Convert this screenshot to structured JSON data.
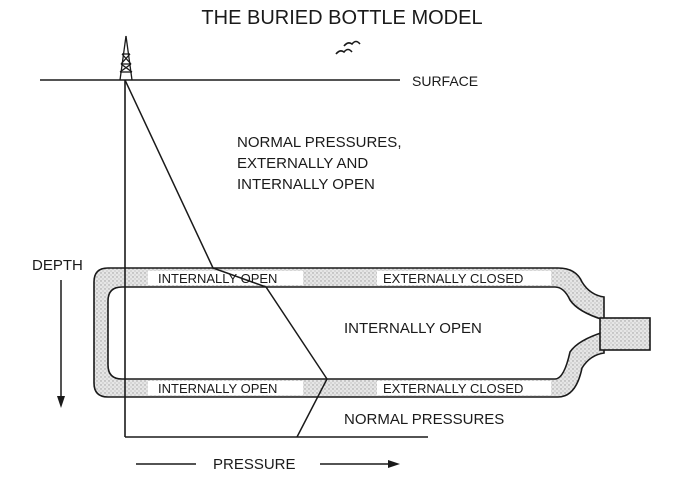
{
  "diagram": {
    "title": "THE BURIED BOTTLE MODEL",
    "labels": {
      "surface": "SURFACE",
      "normal_pressures_top": [
        "NORMAL PRESSURES,",
        "EXTERNALLY AND",
        "INTERNALLY OPEN"
      ],
      "depth": "DEPTH",
      "pressure": "PRESSURE",
      "top_band_left": "INTERNALLY OPEN",
      "top_band_right": "EXTERNALLY CLOSED",
      "bottle_interior": "INTERNALLY OPEN",
      "bottom_band_left": "INTERNALLY OPEN",
      "bottom_band_right": "EXTERNALLY CLOSED",
      "normal_pressures_bottom": "NORMAL PRESSURES"
    },
    "icons": [
      "derrick-icon",
      "birds-icon"
    ],
    "colors": {
      "ink": "#1a1a1a",
      "stipple": "#bdbdbd",
      "background": "#ffffff"
    }
  }
}
